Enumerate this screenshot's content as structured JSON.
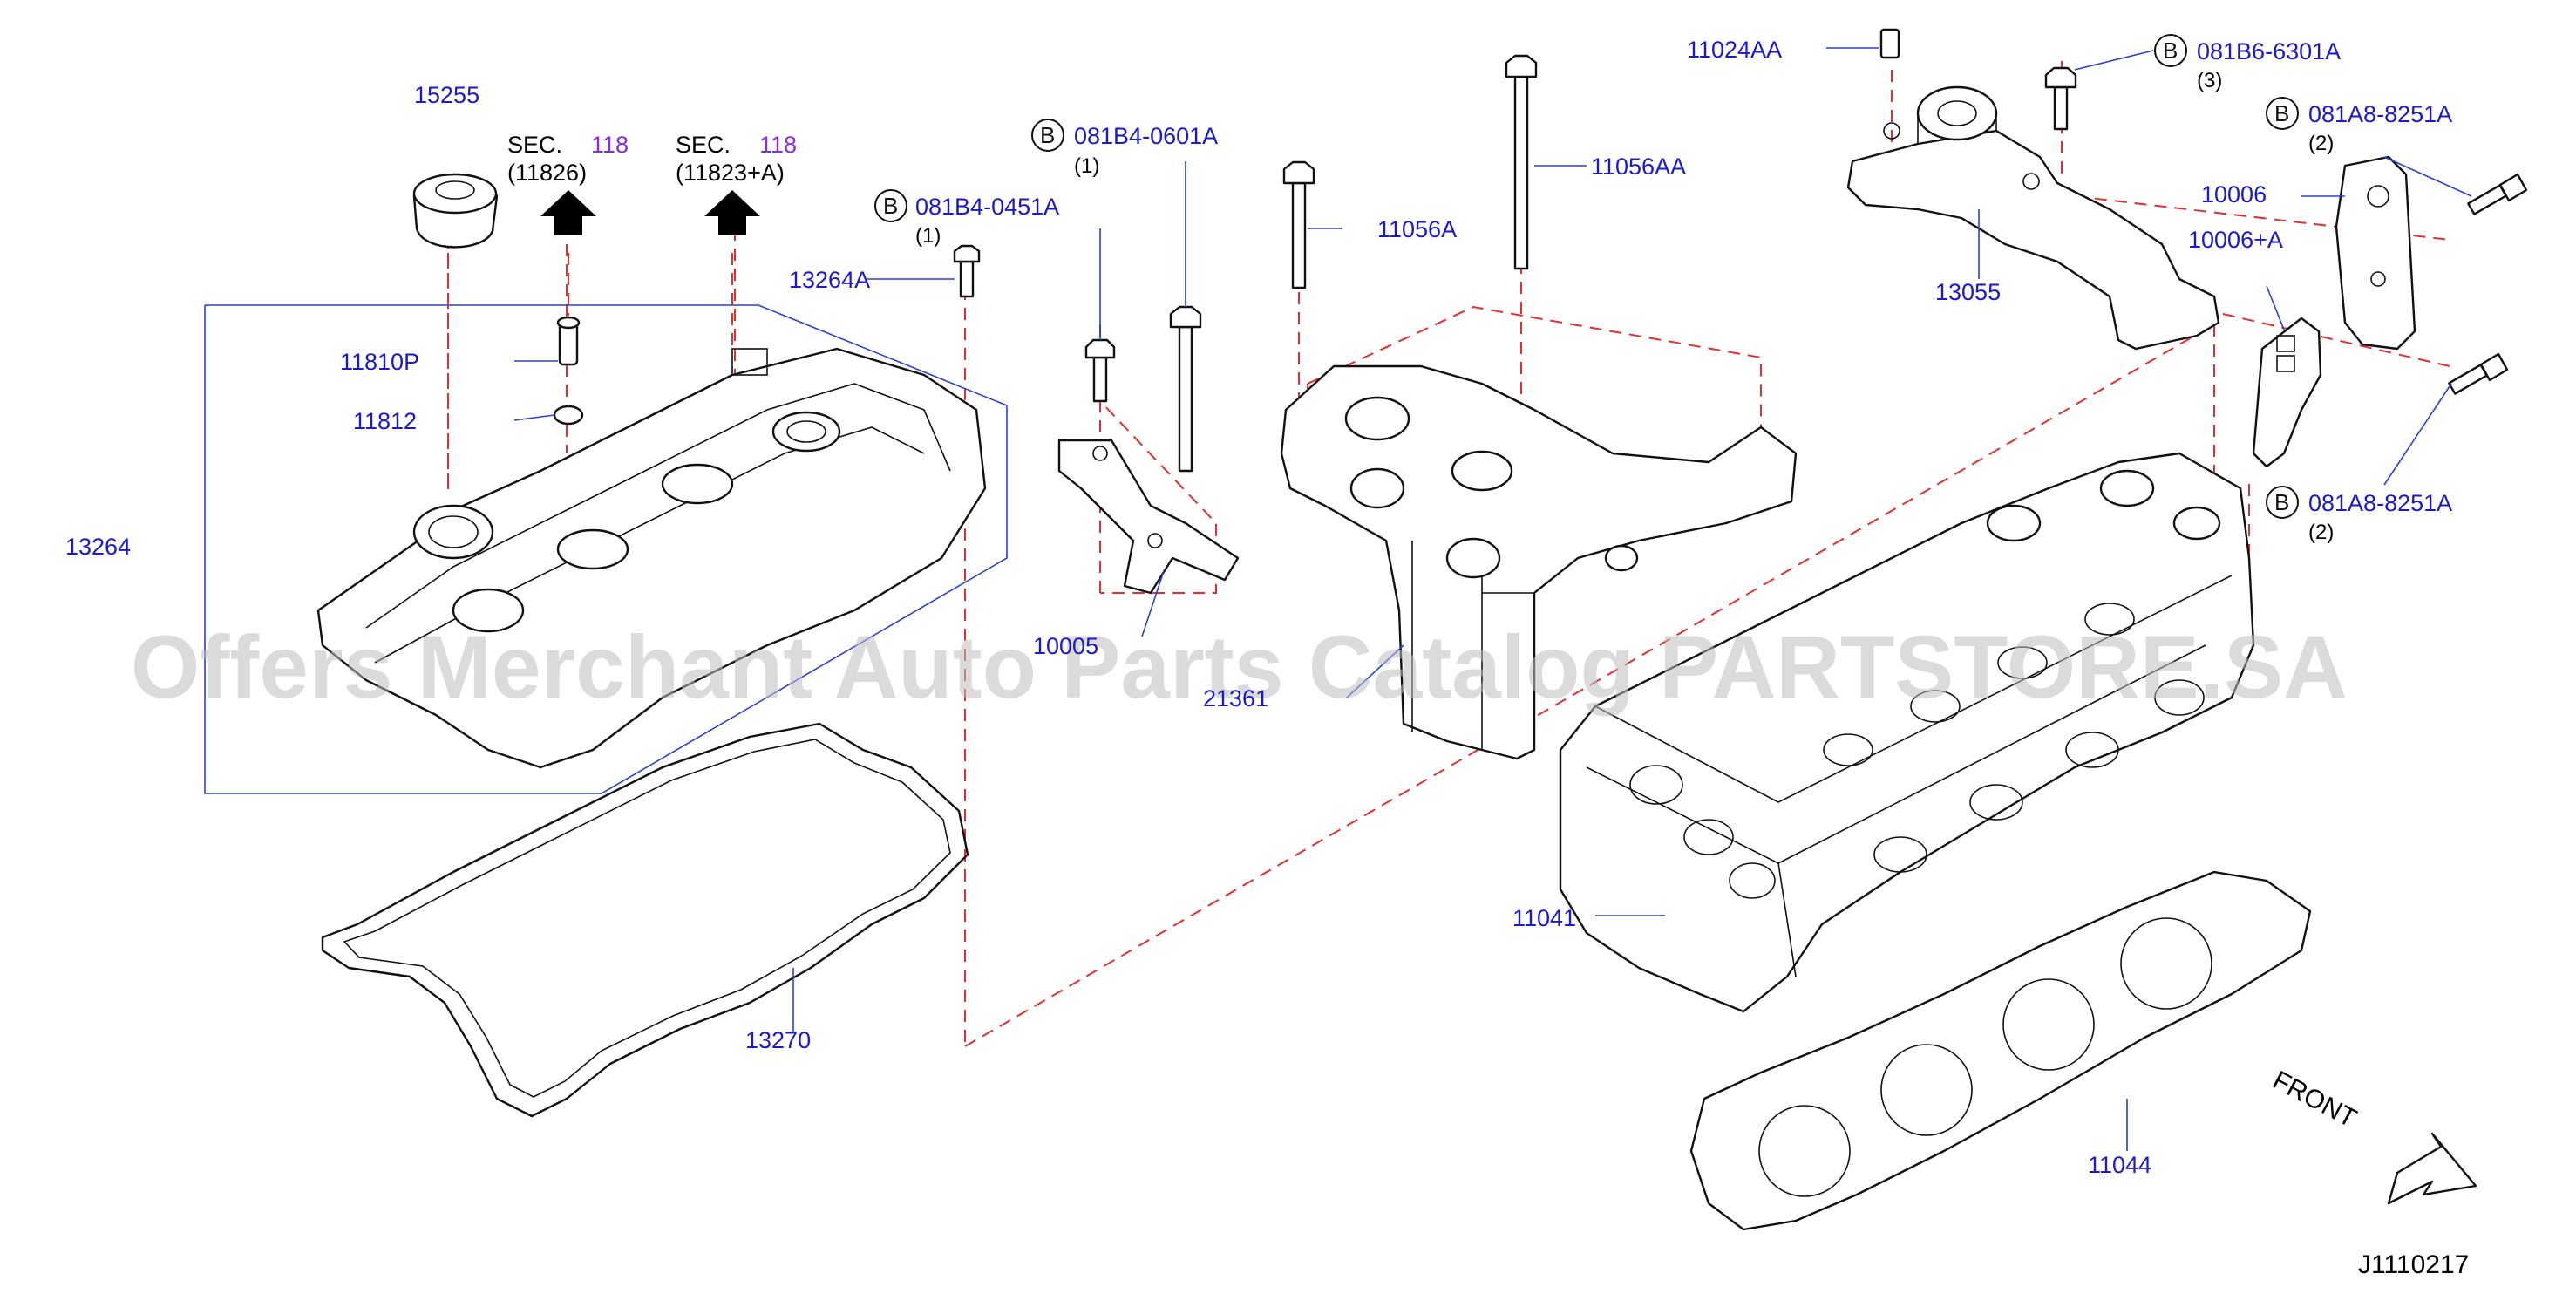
{
  "diagram_id": "J1110217",
  "watermark": "Offers Merchant Auto Parts Catalog PARTSTORE.SA",
  "front_label": "FRONT",
  "sec_refs": [
    {
      "prefix": "SEC.",
      "number": "118",
      "sub": "(11826)"
    },
    {
      "prefix": "SEC.",
      "number": "118",
      "sub": "(11823+A)"
    }
  ],
  "parts": {
    "p15255": "15255",
    "p11810P": "11810P",
    "p11812": "11812",
    "p13264": "13264",
    "p13264A": "13264A",
    "p13270": "13270",
    "p10005": "10005",
    "p11056A": "11056A",
    "p11056AA": "11056AA",
    "p11024AA": "11024AA",
    "p13055": "13055",
    "p10006": "10006",
    "p10006A": "10006+A",
    "p11041": "11041",
    "p11044": "11044",
    "p21361": "21361"
  },
  "bolts": [
    {
      "badge": "B",
      "code": "081B4-0451A",
      "qty": "(1)"
    },
    {
      "badge": "B",
      "code": "081B4-0601A",
      "qty": "(1)"
    },
    {
      "badge": "B",
      "code": "081B6-6301A",
      "qty": "(3)"
    },
    {
      "badge": "B",
      "code": "081A8-8251A",
      "qty": "(2)"
    },
    {
      "badge": "B",
      "code": "081A8-8251A",
      "qty": "(2)"
    }
  ],
  "colors": {
    "label_blue": "#1a1acc",
    "section_purple": "#8a2be2",
    "dash_red": "#e23030",
    "leader_blue": "#2a3fd8"
  }
}
